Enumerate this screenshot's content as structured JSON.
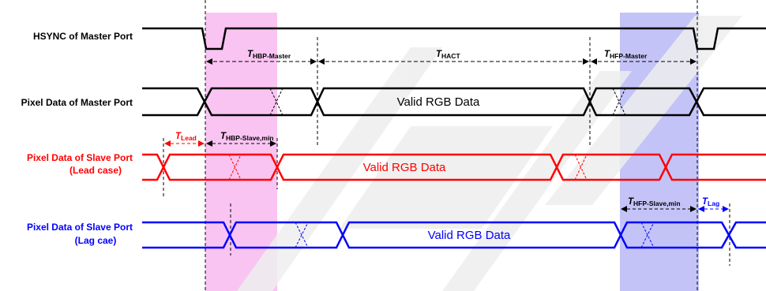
{
  "signals": {
    "hsync_master": "HSYNC of Master Port",
    "pixel_master": "Pixel Data of Master Port",
    "pixel_slave_lead_l1": "Pixel Data of Slave Port",
    "pixel_slave_lead_l2": "(Lead case)",
    "pixel_slave_lag_l1": "Pixel Data of Slave Port",
    "pixel_slave_lag_l2": "(Lag cae)"
  },
  "bus_text": {
    "master": "Valid RGB Data",
    "lead": "Valid RGB Data",
    "lag": "Valid RGB Data"
  },
  "timing": {
    "t": "T",
    "hbp_master": "HBP-Master",
    "hact": "HACT",
    "hfp_master": "HFP-Master",
    "lead": "Lead",
    "hbp_slave_min": "HBP-Slave,min",
    "hfp_slave_min": "HFP-Slave,min",
    "lag": "Lag"
  },
  "colors": {
    "master": "#000000",
    "lead": "#ff0000",
    "lag": "#0000ff",
    "hbp_highlight": "#f9c4f2",
    "hfp_highlight": "#c3c3f7",
    "watermark": "#efefef"
  }
}
